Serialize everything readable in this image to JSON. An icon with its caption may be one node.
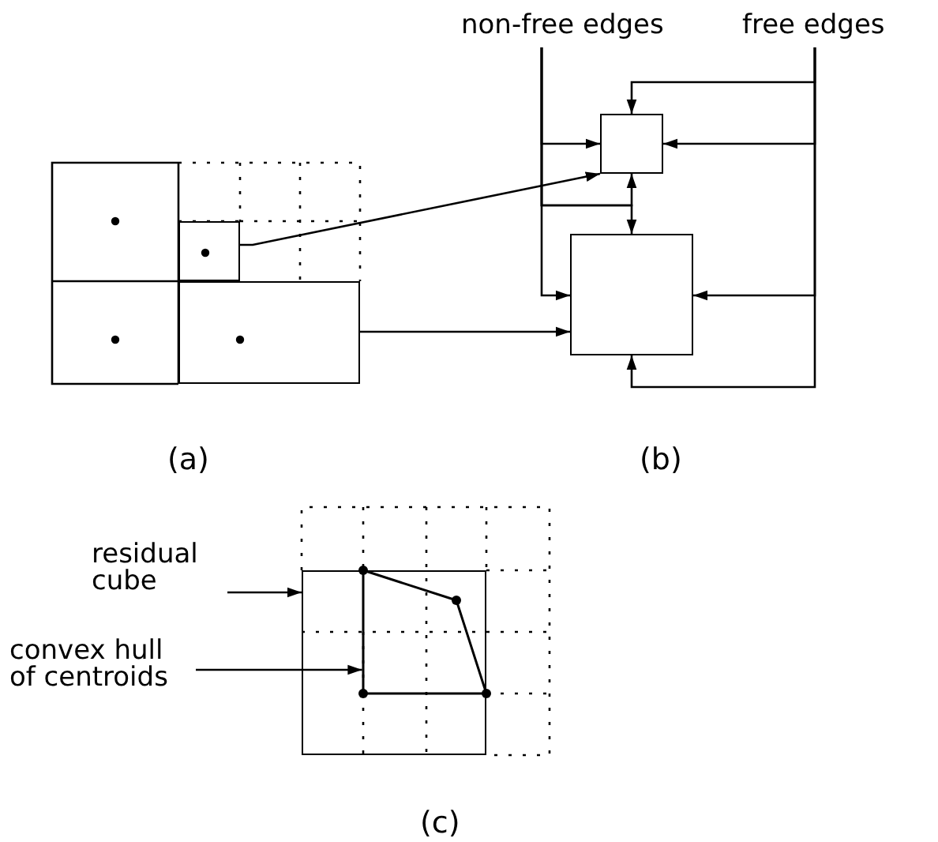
{
  "diagram": {
    "nodes": [
      {
        "text": [
          "non-free edges"
        ]
      },
      {
        "text": [
          "free edges"
        ]
      },
      {
        "text": [],
        "shape": "box"
      },
      {
        "text": [],
        "shape": "box"
      },
      {
        "text": [],
        "shape": "box"
      },
      {
        "text": [],
        "shape": "box"
      },
      {
        "text": [
          "residual cube"
        ]
      },
      {
        "text": [],
        "shape": "box"
      },
      {
        "text": [
          "convex hull of centroids"
        ]
      },
      {
        "text": [],
        "shape": "polygon",
        "in": 7
      }
    ],
    "edges": [
      {
        "from": 2,
        "to": 4,
        "arrow": "to"
      },
      {
        "from": 3,
        "to": 5,
        "arrow": "to"
      },
      {
        "from": 0,
        "to": 4,
        "arrow": "to"
      },
      {
        "from": 0,
        "to": 5,
        "arrow": "to"
      },
      {
        "from": 0,
        "to": 4,
        "arrow": "to"
      },
      {
        "from": 0,
        "to": 5,
        "arrow": "to"
      },
      {
        "from": 1,
        "to": 4,
        "arrow": "to"
      },
      {
        "from": 1,
        "to": 4,
        "arrow": "to"
      },
      {
        "from": 1,
        "to": 5,
        "arrow": "to"
      },
      {
        "from": 1,
        "to": 5,
        "arrow": "to"
      },
      {
        "from": 6,
        "to": 7,
        "arrow": "to"
      },
      {
        "from": 8,
        "to": 9,
        "arrow": "to"
      }
    ],
    "labels": [
      "(a)",
      "(b)",
      "(c)"
    ]
  }
}
